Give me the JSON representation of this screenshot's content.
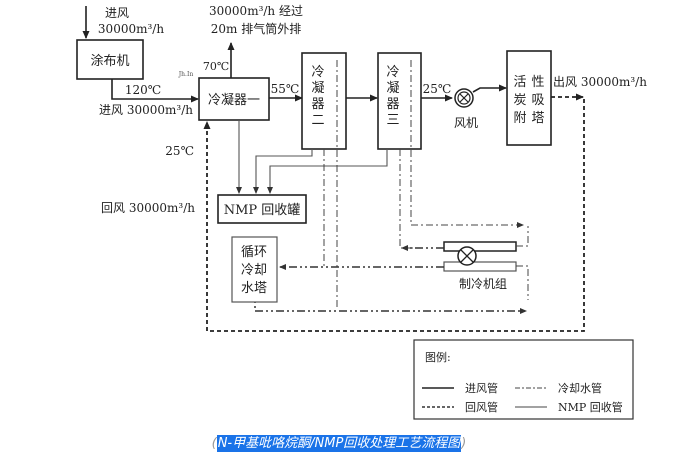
{
  "diagram": {
    "title": "N-甲基吡咯烷酮/NMP回收处理工艺流程图",
    "caption_open": "(",
    "caption_close": ")",
    "nodes": {
      "coater": "涂布机",
      "condenser1": "冷凝器一",
      "condenser2": [
        "冷",
        "凝",
        "器",
        "二"
      ],
      "condenser3": [
        "冷",
        "凝",
        "器",
        "三"
      ],
      "carbon_tower": [
        "活",
        "性",
        "炭",
        "吸",
        "附",
        "塔"
      ],
      "fan": "风机",
      "nmp_tank": "NMP 回收罐",
      "cooling_tower": [
        "循环",
        "冷却",
        "水塔"
      ],
      "chiller": "制冷机组"
    },
    "labels": {
      "inlet_top_1": "进风",
      "inlet_top_2": "30000m³/h",
      "exhaust_1": "30000m³/h 经过",
      "exhaust_2": "20m 排气筒外排",
      "temp_120": "120℃",
      "inlet_mid": "进风 30000m³/h",
      "temp_70": "70℃",
      "temp_55": "55℃",
      "temp_25_fan": "25℃",
      "temp_25_return": "25℃",
      "outlet": "出风 30000m³/h",
      "return_air": "回风 30000m³/h",
      "small_mark": "Jh.In"
    },
    "legend": {
      "title": "图例:",
      "items": [
        {
          "style": "solid",
          "label": "进风管"
        },
        {
          "style": "dashdot",
          "label": "冷却水管"
        },
        {
          "style": "dashed",
          "label": "回风管"
        },
        {
          "style": "thin-solid",
          "label": "NMP 回收管"
        }
      ]
    }
  }
}
